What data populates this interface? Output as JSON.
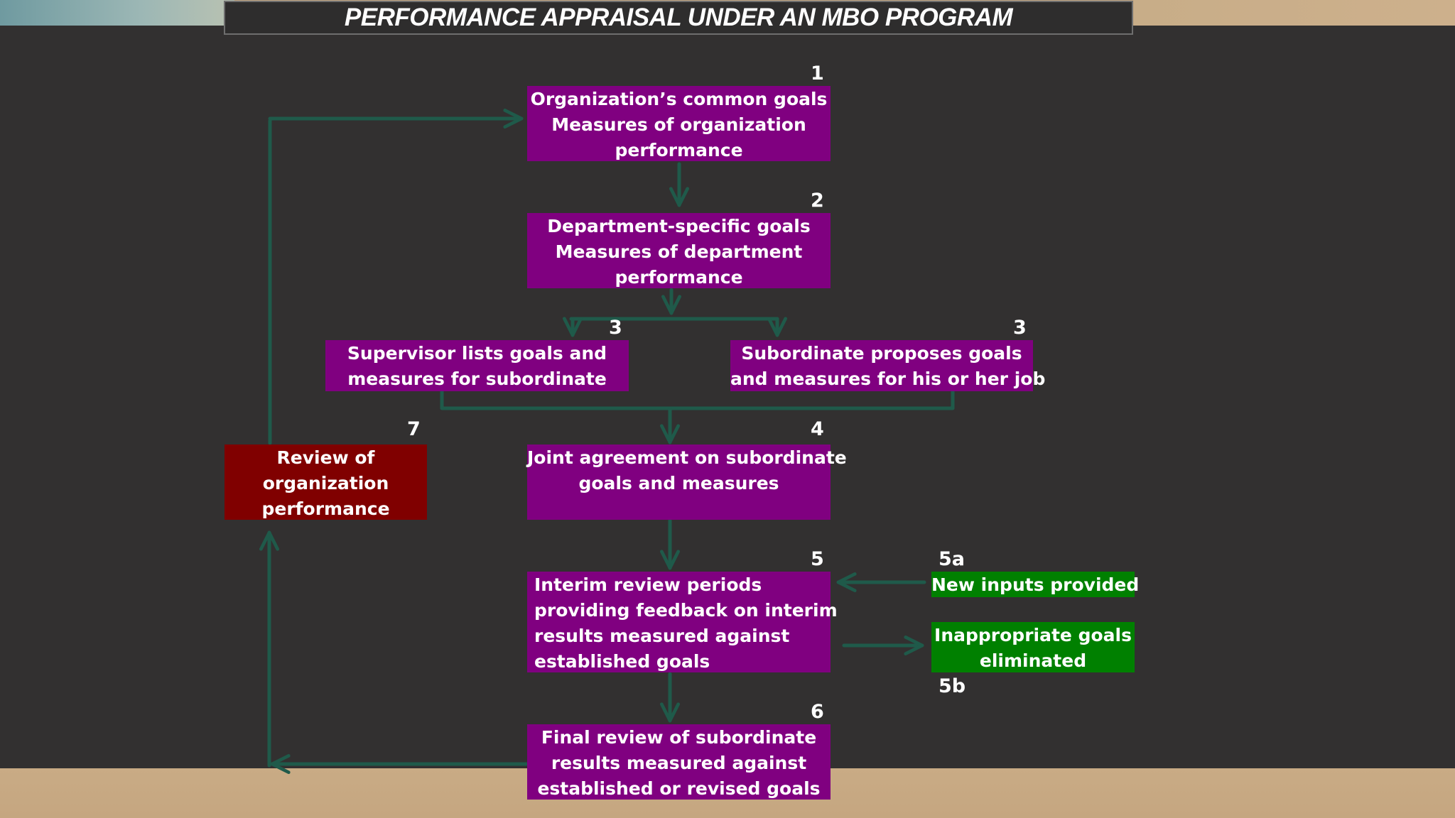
{
  "title": "PERFORMANCE APPRAISAL UNDER AN MBO PROGRAM",
  "colors": {
    "step_box": "#800080",
    "review_box": "#800000",
    "side_box": "#008000",
    "connector": "#1f5a4a",
    "board": "#323030"
  },
  "steps": {
    "s1": {
      "number": "1",
      "lines": [
        "Organization’s common goals",
        "Measures of organization",
        "performance"
      ]
    },
    "s2": {
      "number": "2",
      "lines": [
        "Department-specific goals",
        "Measures of department",
        "performance"
      ]
    },
    "s3a": {
      "number": "3",
      "lines": [
        "Supervisor lists goals and",
        "measures for subordinate"
      ]
    },
    "s3b": {
      "number": "3",
      "lines": [
        "Subordinate proposes goals",
        "and measures for his or her job"
      ]
    },
    "s4": {
      "number": "4",
      "lines": [
        "Joint agreement on subordinate",
        "goals and measures"
      ]
    },
    "s5": {
      "number": "5",
      "lines": [
        "Interim review periods",
        "providing feedback on interim",
        "results measured against",
        "established goals"
      ]
    },
    "s5a": {
      "number": "5a",
      "lines": [
        "New inputs provided"
      ]
    },
    "s5b": {
      "number": "5b",
      "lines": [
        "Inappropriate goals",
        "eliminated"
      ]
    },
    "s6": {
      "number": "6",
      "lines": [
        "Final review of subordinate",
        "results measured against",
        "established or revised goals"
      ]
    },
    "s7": {
      "number": "7",
      "lines": [
        "Review of",
        "organization",
        "performance"
      ]
    }
  }
}
